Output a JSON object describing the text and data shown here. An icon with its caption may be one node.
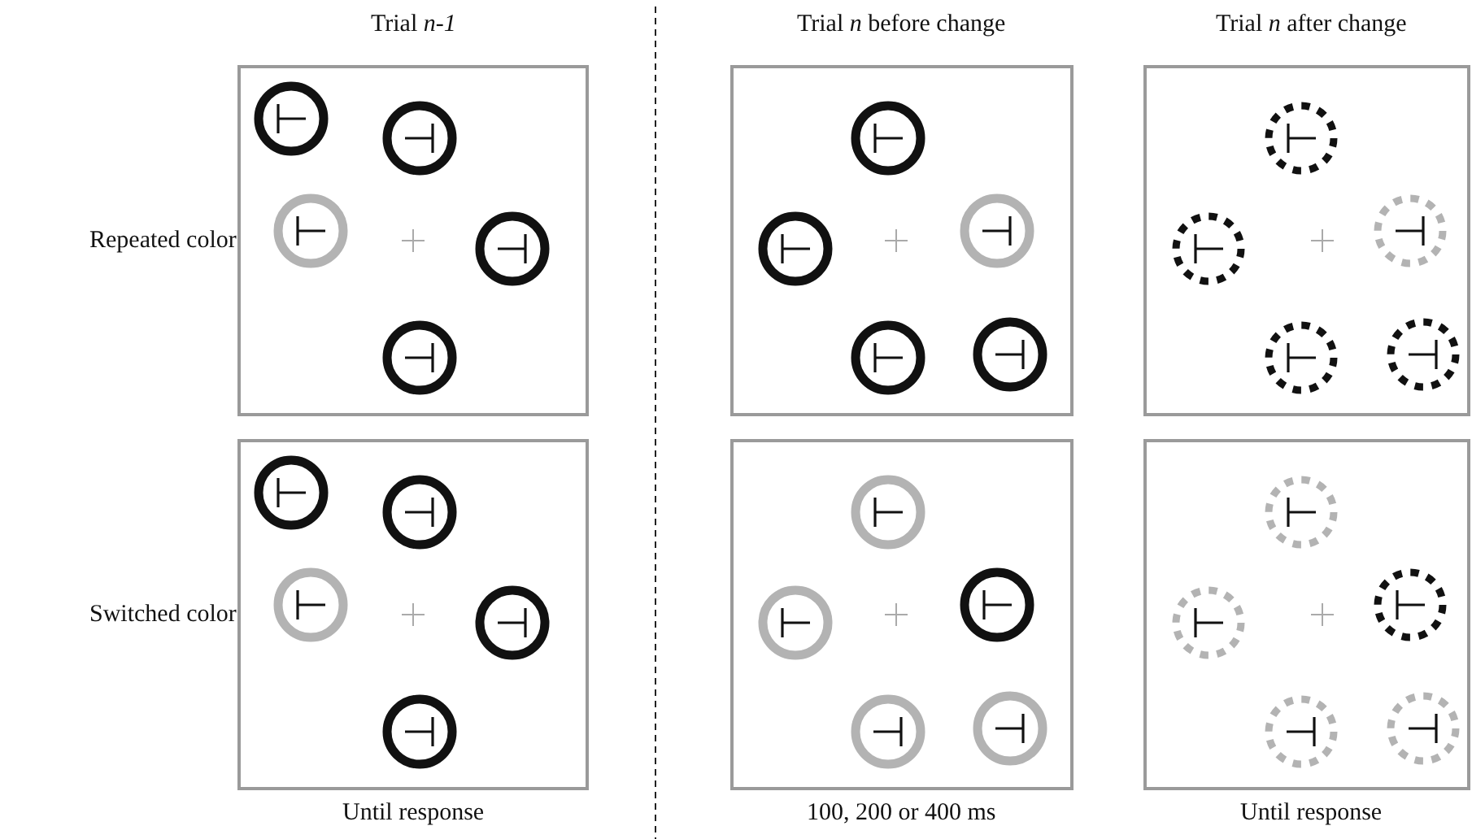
{
  "diagram": {
    "labels": [
      "Trial *n-1*",
      "Trial *n* before change",
      "Trial *n* after change",
      "Repeated color",
      "Switched color",
      "Until response",
      "100, 200 or 400 ms",
      "Until response"
    ]
  }
}
